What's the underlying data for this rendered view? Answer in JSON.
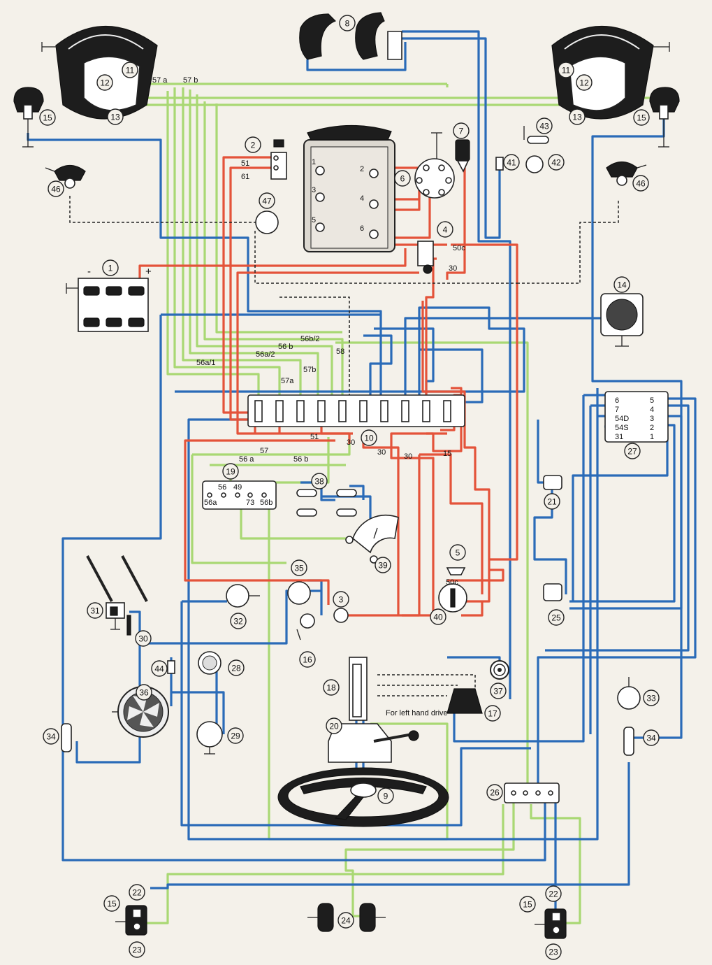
{
  "caption": "For left hand drive",
  "component_numbers": [
    "1",
    "2",
    "3",
    "4",
    "5",
    "6",
    "7",
    "8",
    "9",
    "10",
    "11",
    "12",
    "13",
    "14",
    "15",
    "16",
    "17",
    "18",
    "19",
    "20",
    "21",
    "22",
    "23",
    "24",
    "25",
    "26",
    "27",
    "28",
    "29",
    "30",
    "31",
    "32",
    "33",
    "34",
    "35",
    "36",
    "37",
    "38",
    "39",
    "40",
    "41",
    "42",
    "43",
    "44",
    "46",
    "47"
  ],
  "wire_labels": {
    "w57a": "57 a",
    "w57b": "57 b",
    "w51": "51",
    "w61": "61",
    "w56b2": "56b/2",
    "w56b": "56 b",
    "w56a2": "56a/2",
    "w56a1": "56a/1",
    "w58": "58",
    "w57b2": "57b",
    "w57a2": "57a",
    "w51b": "51",
    "w30a": "30",
    "w30b": "30",
    "w30c": "30",
    "w15": "15",
    "w57c": "57",
    "w56ac": "56 a",
    "w56bc": "56 b",
    "w50c": "50c",
    "w30d": "30",
    "w50c2": "50c"
  },
  "terminal_19": [
    "56",
    "49",
    "56a",
    "73",
    "56b"
  ],
  "terminal_27_left": [
    "6",
    "7",
    "54D",
    "54S",
    "31"
  ],
  "terminal_27_right": [
    "5",
    "4",
    "3",
    "2",
    "1"
  ],
  "battery_signs": {
    "minus": "-",
    "plus": "+"
  },
  "distributor_cylinders": [
    "1",
    "2",
    "3",
    "4",
    "5",
    "6"
  ],
  "colors": {
    "red_wire": "#e4533a",
    "blue_wire": "#2a6bb8",
    "green_wire": "#a9d873",
    "paper": "#f4f1ea"
  }
}
